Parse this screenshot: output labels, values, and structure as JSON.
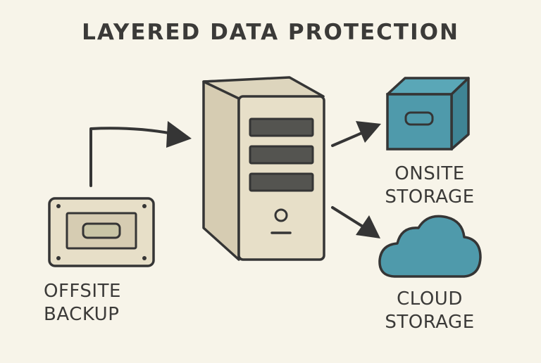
{
  "diagram": {
    "title": "LAYERED DATA PROTECTION",
    "nodes": {
      "offsite": {
        "line1": "OFFSITE",
        "line2": "BACKUP",
        "icon": "hard-drive-icon"
      },
      "server": {
        "icon": "server-tower-icon"
      },
      "onsite": {
        "line1": "ONSITE",
        "line2": "STORAGE",
        "icon": "storage-box-icon"
      },
      "cloud": {
        "line1": "CLOUD",
        "line2": "STORAGE",
        "icon": "cloud-icon"
      }
    },
    "edges": [
      {
        "from": "offsite",
        "to": "server"
      },
      {
        "from": "server",
        "to": "onsite"
      },
      {
        "from": "server",
        "to": "cloud"
      }
    ]
  },
  "colors": {
    "background": "#f7f4e9",
    "outline": "#353535",
    "beige": "#e7dfc8",
    "beige_shade": "#d6ccb2",
    "teal": "#4f9aab",
    "teal_dark": "#3f8494",
    "slot": "#545450"
  }
}
